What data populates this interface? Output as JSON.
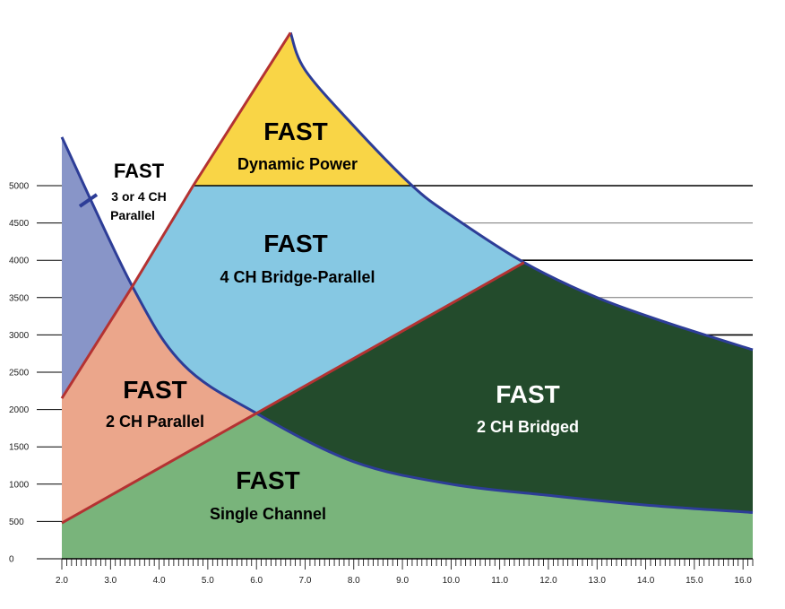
{
  "chart_data": {
    "type": "area",
    "title": "",
    "xlabel": "",
    "ylabel": "",
    "xlim": [
      2.0,
      16.2
    ],
    "ylim": [
      0,
      5000
    ],
    "x_ticks": [
      "2.0",
      "3.0",
      "4.0",
      "5.0",
      "6.0",
      "7.0",
      "8.0",
      "9.0",
      "10.0",
      "11.0",
      "12.0",
      "13.0",
      "14.0",
      "15.0",
      "16.0"
    ],
    "y_ticks": [
      "0",
      "500",
      "1000",
      "1500",
      "2000",
      "2500",
      "3000",
      "3500",
      "4000",
      "4500",
      "5000"
    ],
    "x_minor_step": 0.1,
    "grid_lines_y": [
      3000,
      3500,
      4000,
      4500,
      5000
    ],
    "curves": {
      "single_channel_limit": [
        [
          2.0,
          5650
        ],
        [
          3.45,
          3650
        ],
        [
          4.5,
          2600
        ],
        [
          6.0,
          1950
        ],
        [
          8.0,
          1300
        ],
        [
          10.0,
          1000
        ],
        [
          12.0,
          850
        ],
        [
          14.0,
          720
        ],
        [
          16.2,
          620
        ]
      ],
      "power_curve": [
        [
          4.7,
          5000
        ],
        [
          6.7,
          7050
        ],
        [
          7.0,
          6550
        ],
        [
          8.0,
          5800
        ],
        [
          9.2,
          5000
        ],
        [
          10.0,
          4600
        ],
        [
          11.5,
          3970
        ],
        [
          13.0,
          3500
        ],
        [
          14.5,
          3150
        ],
        [
          16.2,
          2800
        ]
      ],
      "bridge_line": [
        [
          2.0,
          480
        ],
        [
          6.0,
          1950
        ],
        [
          11.5,
          3970
        ]
      ],
      "parallel_line": [
        [
          2.0,
          2150
        ],
        [
          3.45,
          3650
        ],
        [
          4.7,
          5000
        ],
        [
          6.7,
          7050
        ]
      ]
    },
    "regions": [
      {
        "key": "single_channel",
        "label_1": "FAST",
        "label_2": "Single Channel",
        "color": "#79b47b"
      },
      {
        "key": "two_ch_bridged",
        "label_1": "FAST",
        "label_2": "2 CH Bridged",
        "color": "#234b2c"
      },
      {
        "key": "two_ch_parallel",
        "label_1": "FAST",
        "label_2": "2 CH Parallel",
        "color": "#eba68b"
      },
      {
        "key": "four_ch_bridge_parallel",
        "label_1": "FAST",
        "label_2": "4 CH Bridge-Parallel",
        "color": "#86c8e3"
      },
      {
        "key": "dynamic_power",
        "label_1": "FAST",
        "label_2": "Dynamic Power",
        "color": "#f9d546"
      },
      {
        "key": "three_four_ch_parallel",
        "label_1": "FAST",
        "label_2": "3 or 4 CH",
        "label_3": "Parallel",
        "color": "#8895c8"
      }
    ],
    "line_colors": {
      "red": "#b43232",
      "blue": "#2d3d97",
      "grid": "#000000"
    }
  }
}
